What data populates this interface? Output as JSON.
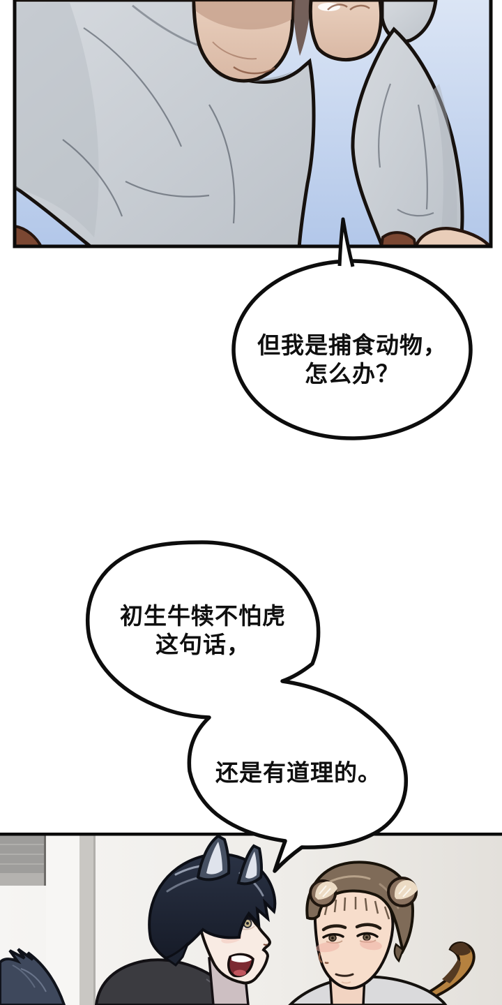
{
  "page": {
    "type": "comic-page",
    "language": "zh"
  },
  "panels": [
    {
      "id": "panel-top",
      "scene": "man in light gray sweater, chin on fist, blue sky background, cropped at top"
    },
    {
      "id": "panel-bottom",
      "scene": "wolf-eared dark-haired man smiling at tiger-eared brown-haired man indoors"
    }
  ],
  "bubbles": [
    {
      "id": "bubble-1",
      "lines": [
        "但我是捕食动物，",
        "怎么办？"
      ]
    },
    {
      "id": "bubble-2",
      "lines": [
        "初生牛犊不怕虎",
        "这句话，"
      ]
    },
    {
      "id": "bubble-3",
      "lines": [
        "还是有道理的。"
      ]
    }
  ],
  "colors": {
    "outline": "#16110e",
    "bubble_fill": "#ffffff",
    "bubble_stroke": "#0d0d0d",
    "sky_top": "#dbe5f5",
    "sky_bottom": "#b2c7e9",
    "sweater": "#c9ced4",
    "skin": "#e8cdbb",
    "wall": "#f2f0ed",
    "wolf_hair": "#232a3b",
    "wolf_ear": "#465062",
    "tiger_hair": "#7f6b58",
    "tail_orange": "#b5813f",
    "shirt_dark": "#3b3b40",
    "shirt_light": "#dadadc"
  }
}
